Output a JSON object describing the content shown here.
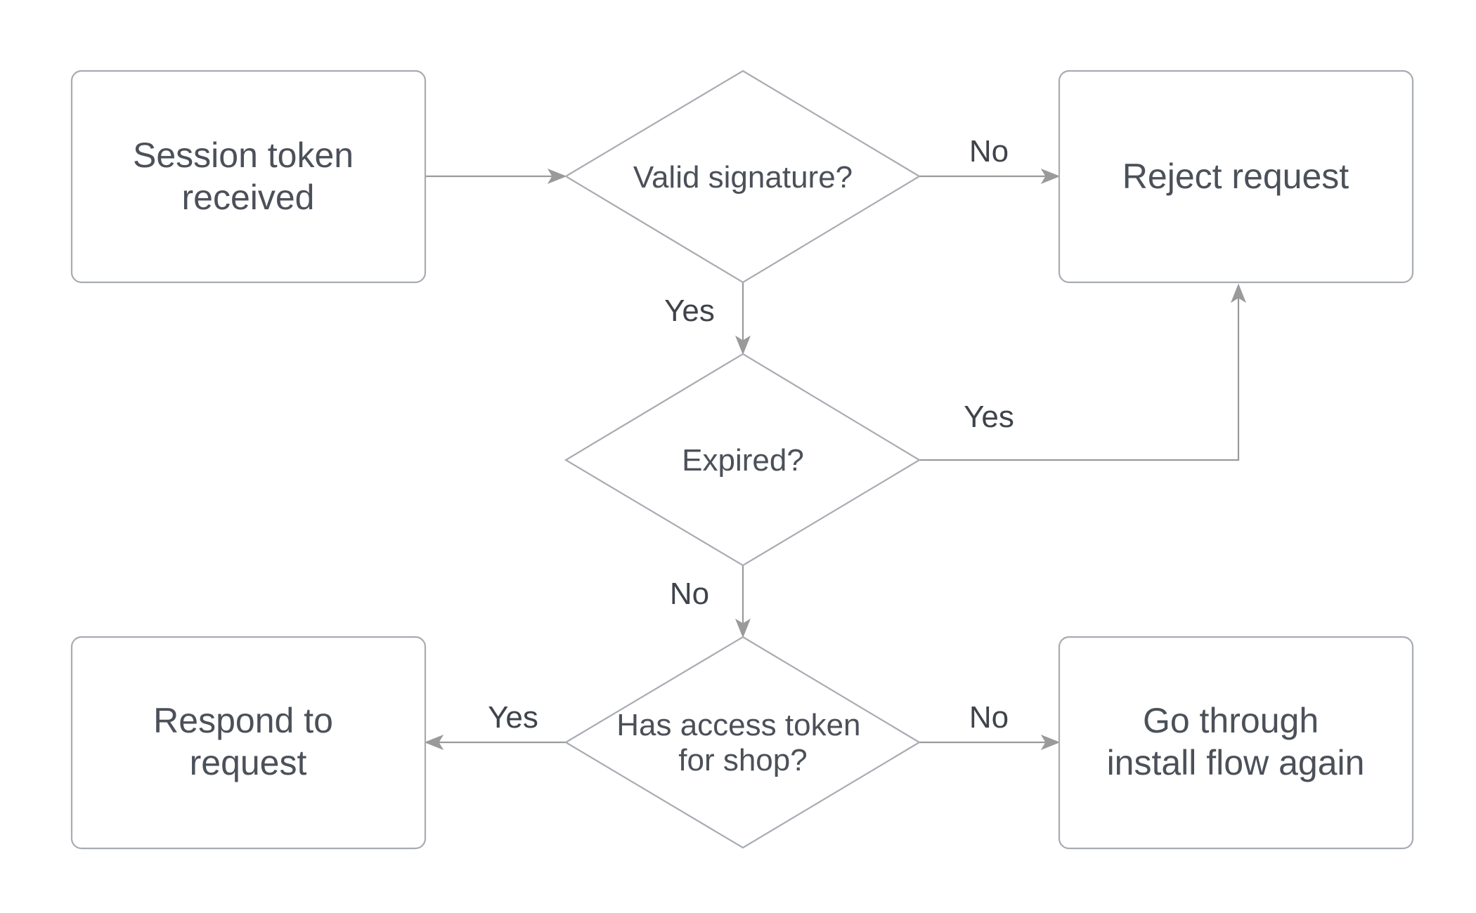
{
  "nodes": {
    "session_token": {
      "lines": [
        "Session token",
        "received"
      ]
    },
    "valid_signature": {
      "lines": [
        "Valid signature?"
      ]
    },
    "reject_request": {
      "lines": [
        "Reject request"
      ]
    },
    "expired": {
      "lines": [
        "Expired?"
      ]
    },
    "has_access_token": {
      "lines": [
        "Has access token",
        "for shop?"
      ]
    },
    "respond": {
      "lines": [
        "Respond to",
        "request"
      ]
    },
    "install_flow": {
      "lines": [
        "Go through",
        "install flow again"
      ]
    }
  },
  "edges": {
    "signature_no": "No",
    "signature_yes": "Yes",
    "expired_yes": "Yes",
    "expired_no": "No",
    "access_yes": "Yes",
    "access_no": "No"
  }
}
